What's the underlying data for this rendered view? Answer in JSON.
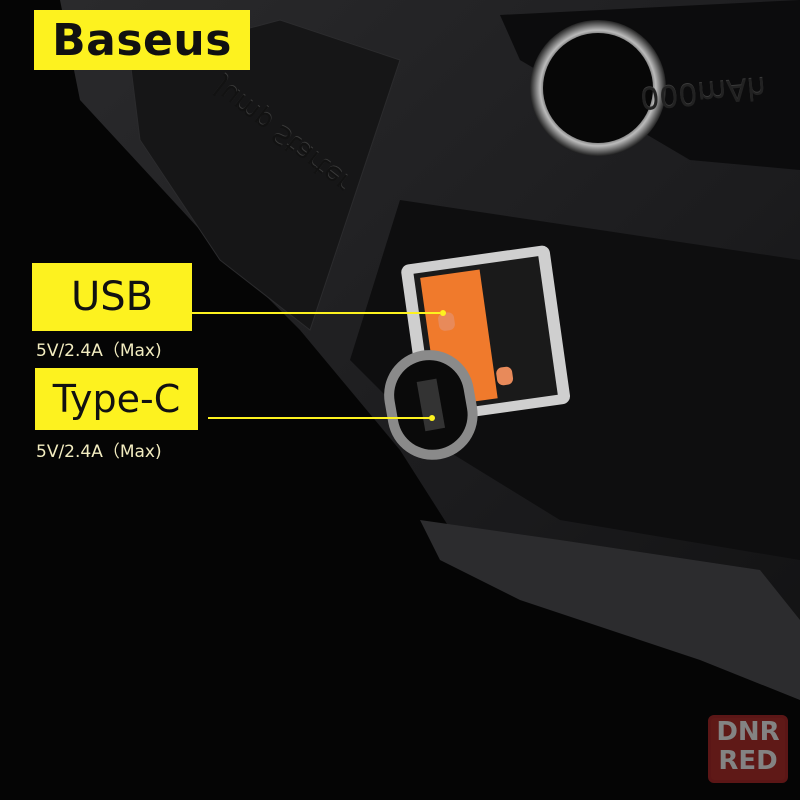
{
  "brand": "Baseus",
  "ports": [
    {
      "label": "USB",
      "spec": "5V/2.4A（Max)"
    },
    {
      "label": "Type-C",
      "spec": "5V/2.4A（Max)"
    }
  ],
  "product_text": {
    "name": "Jump Starter",
    "capacity": "000mAh"
  },
  "watermark": {
    "line1": "DNR",
    "line2": "RED"
  },
  "colors": {
    "label_yellow": "#fdf21f",
    "usb_orange": "#f07a2c",
    "body": "#1d1d1f"
  }
}
